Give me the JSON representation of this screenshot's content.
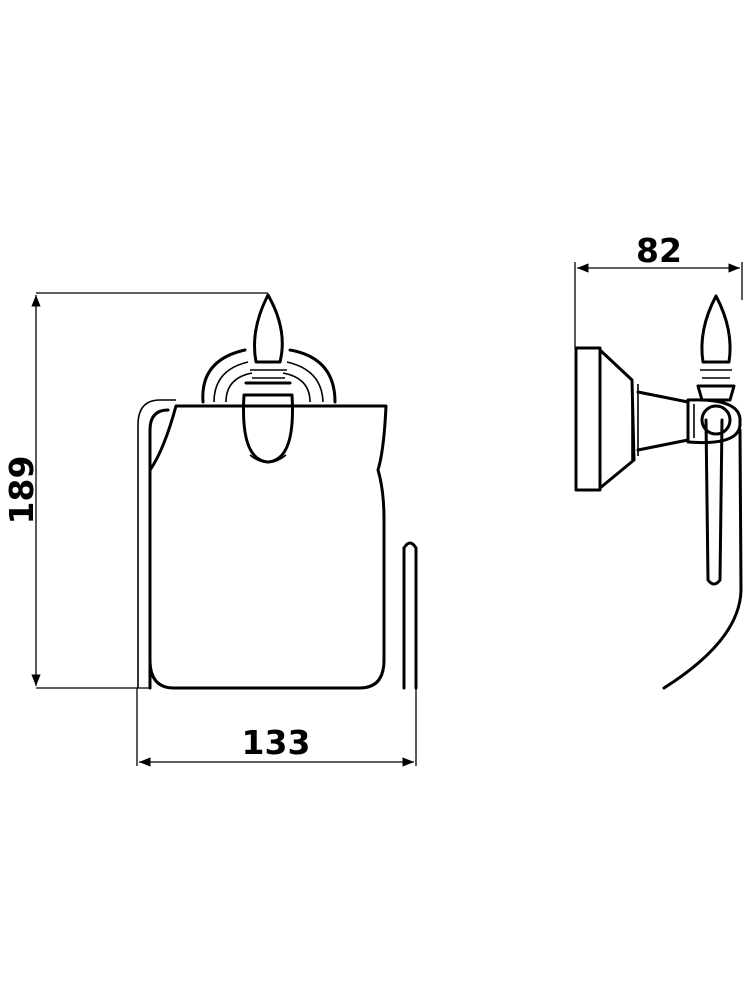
{
  "dimensions": {
    "height": "189",
    "width": "133",
    "depth": "82"
  },
  "colors": {
    "line": "#000000",
    "background": "#ffffff"
  }
}
